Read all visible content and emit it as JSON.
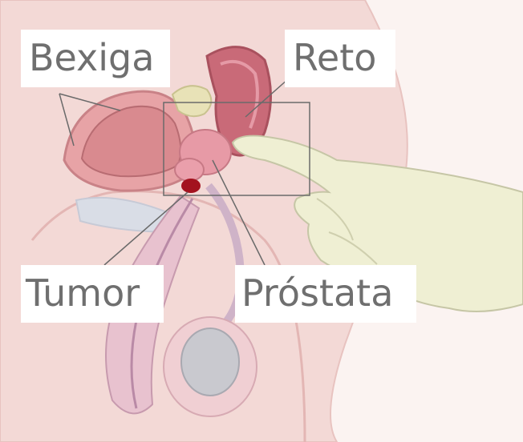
{
  "labels": {
    "bladder": "Bexiga",
    "rectum": "Reto",
    "tumor": "Tumor",
    "prostate": "Próstata"
  },
  "colors": {
    "background": "#fbf3f1",
    "skin": "#f3d9d6",
    "bladder_wall": "#e7a3a6",
    "bladder_inner": "#d98a8f",
    "rectum": "#c96a78",
    "prostate": "#e79aa6",
    "tumor": "#a3121f",
    "glove": "#efefd3",
    "testis": "#c9c9cf",
    "callout_lines": "#6a6a6a",
    "label_text": "#6f6f6f",
    "label_background": "#ffffff"
  }
}
